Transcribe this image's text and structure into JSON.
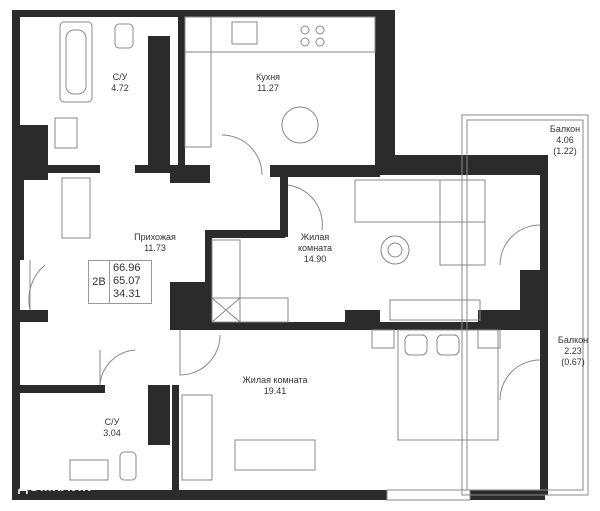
{
  "rooms": [
    {
      "name": "С/У",
      "area": "4.72"
    },
    {
      "name": "Кухня",
      "area": "11.27"
    },
    {
      "name": "Балкон",
      "area": "4.06",
      "extra": "(1.22)"
    },
    {
      "name": "Прихожая",
      "area": "11.73"
    },
    {
      "name": "Жилая комната",
      "area": "14.90"
    },
    {
      "name": "Балкон",
      "area": "2.23",
      "extra": "(0.67)"
    },
    {
      "name": "Жилая комната",
      "area": "19.41"
    },
    {
      "name": "С/У",
      "area": "3.04"
    }
  ],
  "apartment": {
    "type": "2В",
    "total_area": "66.96",
    "area_no_balcony": "65.07",
    "living_area": "34.31"
  },
  "watermark": "ДОМКЛИК",
  "colors": {
    "wall": "#2b2b2b",
    "line": "#888888"
  }
}
